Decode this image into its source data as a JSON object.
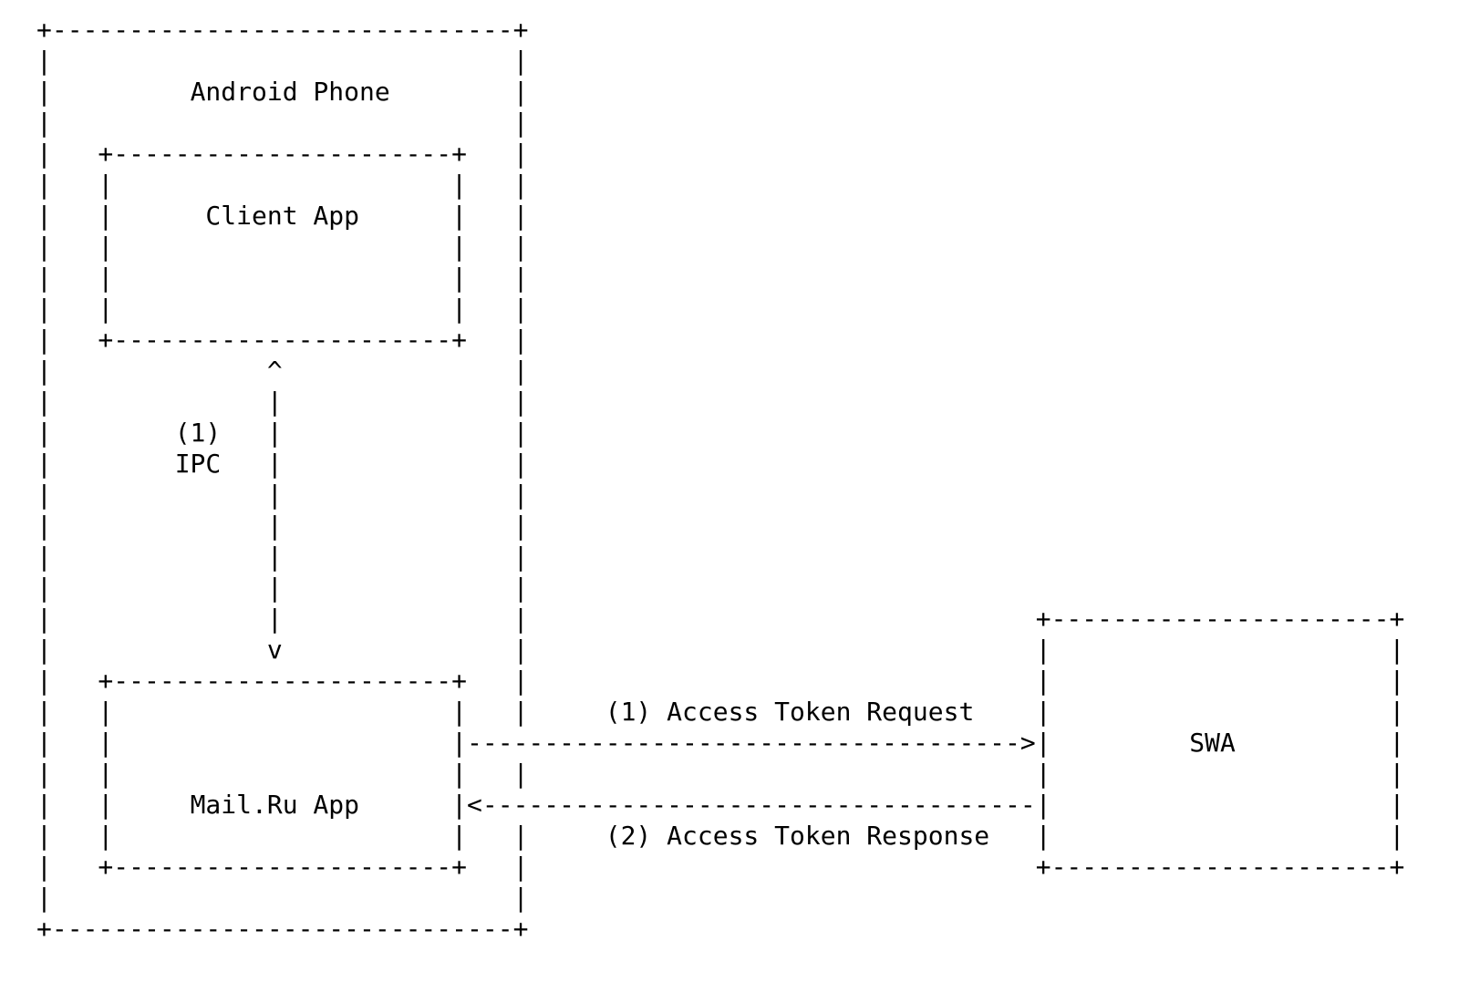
{
  "page": {
    "background_color": "#ffffff",
    "foreground_color": "#000000"
  },
  "nodes": {
    "android_phone": {
      "label": "Android Phone"
    },
    "client_app": {
      "label": "Client App"
    },
    "mailru_app": {
      "label": "Mail.Ru App"
    },
    "swa": {
      "label": "SWA"
    }
  },
  "edges": {
    "ipc": {
      "label_lines": [
        "(1)",
        "IPC"
      ],
      "arrow_lines": [
        "^",
        "|",
        "|",
        "|",
        "|",
        "|",
        "|",
        "|",
        "|",
        "v"
      ]
    },
    "access_token_request": {
      "label": "(1) Access Token Request",
      "arrow": "------------------------------------>"
    },
    "access_token_response": {
      "label": "(2) Access Token Response",
      "arrow": "<------------------------------------"
    }
  },
  "ascii": {
    "outer_box": [
      "+------------------------------+",
      "|                              |",
      "|                              |",
      "|                              |",
      "|                              |",
      "|                              |",
      "|                              |",
      "|                              |",
      "|                              |",
      "|                              |",
      "|                              |",
      "|                              |",
      "|                              |",
      "|                              |",
      "|                              |",
      "|                              |",
      "|                              |",
      "|                              |",
      "|                              |",
      "|                              |",
      "|                              |",
      "|                              |",
      "|                              |",
      "|",
      "|                              |",
      "|",
      "|                              |",
      "|                              |",
      "|                              |",
      "+------------------------------+"
    ],
    "client_app_box": [
      "+----------------------+",
      "|                      |",
      "|                      |",
      "|                      |",
      "|                      |",
      "|                      |",
      "+----------------------+"
    ],
    "mailru_app_box": [
      "+----------------------+",
      "|                      |",
      "|                      |",
      "|                      |",
      "|                      |",
      "|                      |",
      "+----------------------+"
    ],
    "swa_box": [
      "+----------------------+",
      "|                      |",
      "|                      |",
      "|                      |",
      "|                      |",
      "|                      |",
      "|                      |",
      "|                      |",
      "+----------------------+"
    ]
  }
}
